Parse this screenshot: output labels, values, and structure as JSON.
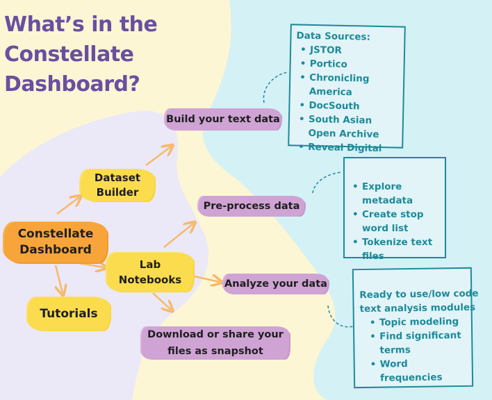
{
  "title": {
    "line1": "What’s in the",
    "line2": "Constellate",
    "line3": "Dashboard?"
  },
  "nodes": {
    "dashboard": "Constellate Dashboard",
    "dataset_builder": "Dataset Builder",
    "tutorials": "Tutorials",
    "lab_notebooks": "Lab Notebooks",
    "build_text_data": "Build your text data",
    "preprocess_data": "Pre-process data",
    "analyze_data": "Analyze your data",
    "download_share": "Download or share your files as snapshot"
  },
  "data_sources": {
    "header": "Data Sources:",
    "items": [
      "JSTOR",
      "Portico",
      "Chronicling America",
      "DocSouth",
      "South Asian Open Archive",
      "Reveal Digital"
    ]
  },
  "preprocess_list": {
    "items": [
      "Explore metadata",
      "Create stop word list",
      "Tokenize text files"
    ]
  },
  "analyze_list": {
    "header_line1": "Ready to use/low code",
    "header_line2": "text analysis modules",
    "items": [
      "Topic modeling",
      "Find significant terms",
      "Word frequencies"
    ]
  },
  "colors": {
    "title": "#6a4fa0",
    "background": "#fdf6d4",
    "lavender_blob": "#ebe8f8",
    "aqua_blob": "#d4f1f6",
    "yellow_node": "#fbdc4e",
    "orange_node": "#f7a53a",
    "purple_node": "#cfa3d4",
    "box_border": "#1c8a99",
    "arrow": "#f6b968"
  }
}
